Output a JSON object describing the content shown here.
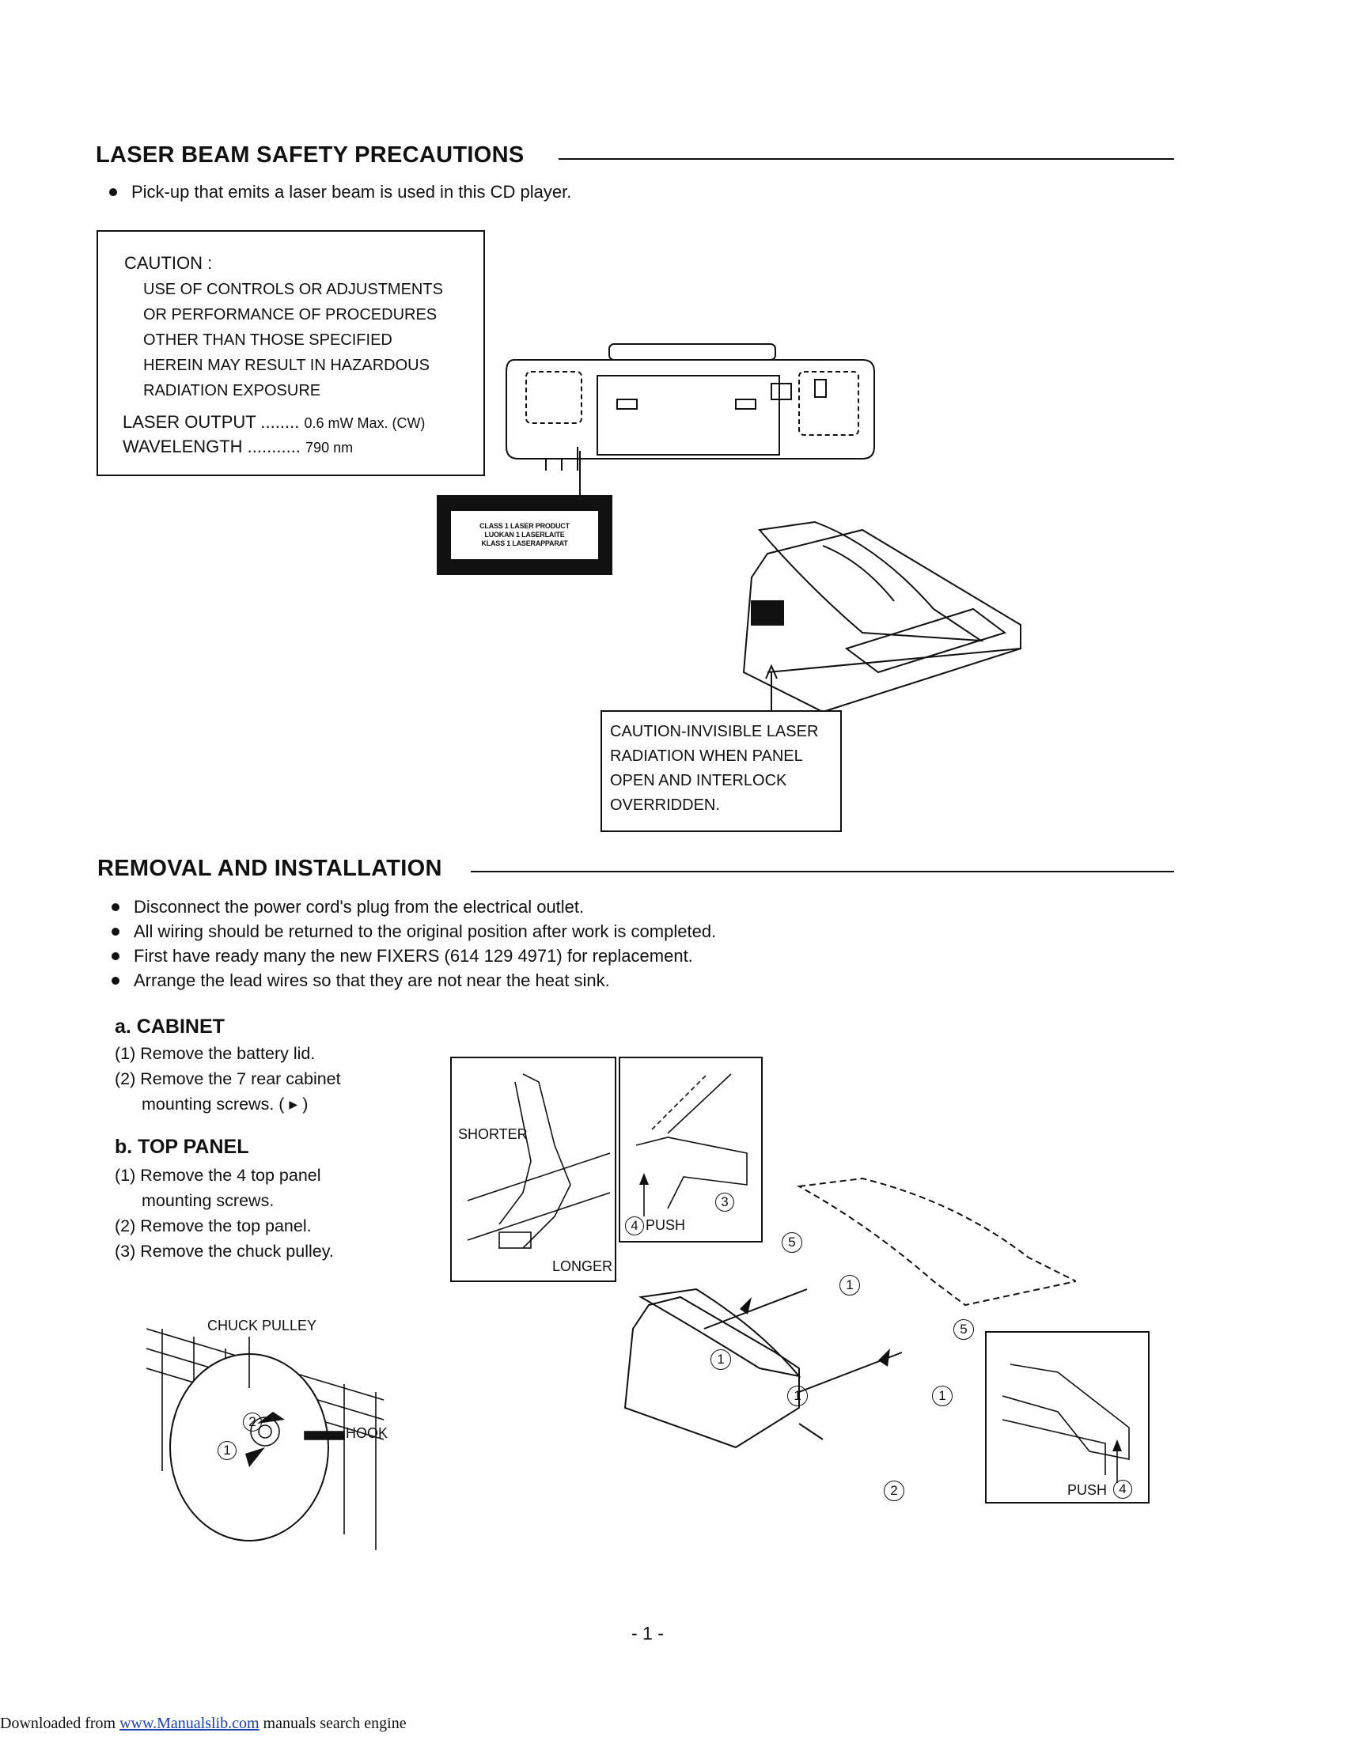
{
  "section1": {
    "title": "LASER BEAM SAFETY PRECAUTIONS",
    "bullet": "Pick-up that emits a laser beam is used in this CD player."
  },
  "caution_box": {
    "title": "CAUTION :",
    "lines": [
      "USE OF CONTROLS OR ADJUSTMENTS",
      "OR PERFORMANCE OF PROCEDURES",
      "OTHER THAN THOSE SPECIFIED",
      "HEREIN MAY RESULT IN HAZARDOUS",
      "RADIATION EXPOSURE"
    ],
    "laser_output_label": "LASER OUTPUT ........",
    "laser_output_value": "0.6 mW  Max. (CW)",
    "wavelength_label": "WAVELENGTH ...........",
    "wavelength_value": "790 nm"
  },
  "class_label": {
    "lines": [
      "CLASS 1 LASER PRODUCT",
      "LUOKAN 1 LASERLAITE",
      "KLASS 1 LASERAPPARAT"
    ]
  },
  "invisible_caution": {
    "lines": [
      "CAUTION-INVISIBLE LASER",
      "RADIATION WHEN PANEL",
      "OPEN AND INTERLOCK",
      "OVERRIDDEN."
    ]
  },
  "section2": {
    "title": "REMOVAL AND INSTALLATION",
    "bullets": [
      "Disconnect the power cord's plug from the electrical outlet.",
      "All wiring should be returned to the original position after work is completed.",
      "First have ready many the new FIXERS (614 129 4971) for replacement.",
      "Arrange the lead wires so that they are not near the heat sink."
    ]
  },
  "cabinet": {
    "title": "a. CABINET",
    "step1": "(1) Remove the battery lid.",
    "step2a": "(2) Remove the 7 rear cabinet",
    "step2b": "mounting screws. (",
    "step2c": ")"
  },
  "top_panel": {
    "title": "b. TOP PANEL",
    "step1a": "(1) Remove the 4 top panel",
    "step1b": "mounting screws.",
    "step2": "(2) Remove the top panel.",
    "step3": "(3) Remove the chuck pulley."
  },
  "diagram_labels": {
    "chuck_pulley": "CHUCK PULLEY",
    "hook": "HOOK",
    "shorter": "SHORTER",
    "longer": "LONGER",
    "push": "PUSH",
    "n1": "1",
    "n2": "2",
    "n3": "3",
    "n4": "4",
    "n5": "5"
  },
  "page_number": "- 1 -",
  "footer": {
    "prefix": "Downloaded from",
    "link": "www.Manualslib.com",
    "suffix": "manuals search engine"
  }
}
